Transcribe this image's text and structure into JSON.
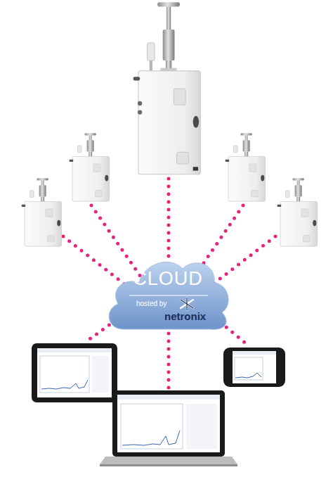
{
  "diagram": {
    "nodes": [
      {
        "text": [
          "CLOUD",
          "hosted by",
          "netronix"
        ]
      }
    ]
  }
}
